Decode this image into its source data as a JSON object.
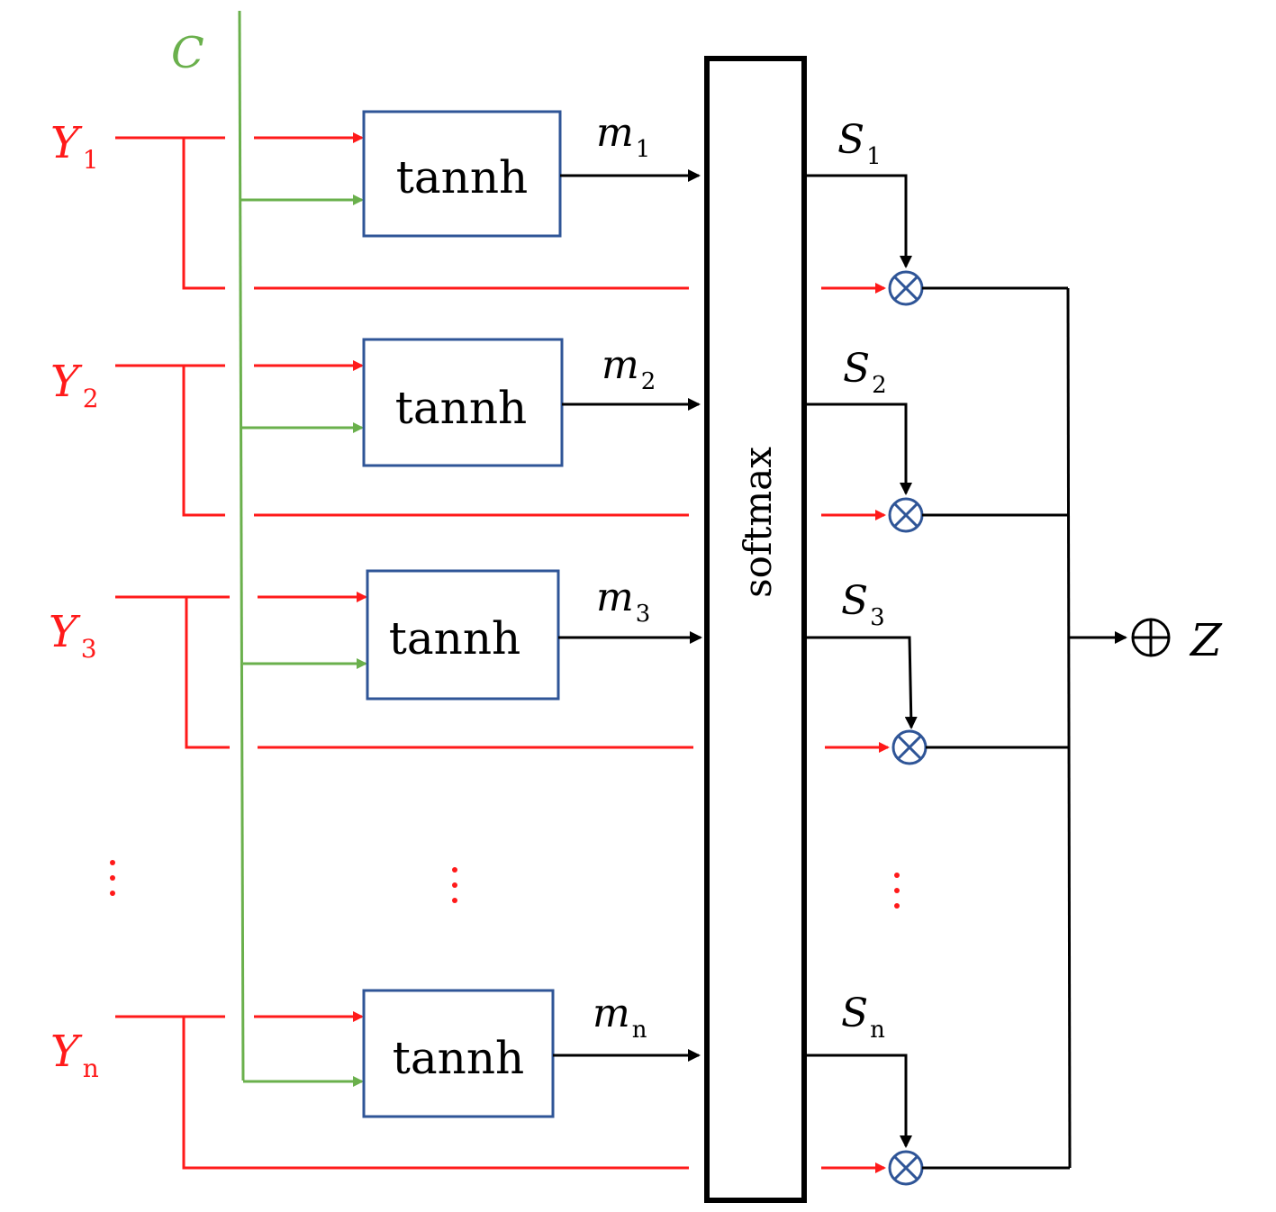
{
  "colors": {
    "red": "#ff1a1a",
    "green": "#6ab04c",
    "blue": "#2f5597",
    "black": "#000000"
  },
  "context": {
    "label": "C"
  },
  "rows": [
    {
      "y_label": "Y",
      "y_sub": "1",
      "box_label": "tannh",
      "m_label": "m",
      "m_sub": "1",
      "s_label": "S",
      "s_sub": "1"
    },
    {
      "y_label": "Y",
      "y_sub": "2",
      "box_label": "tannh",
      "m_label": "m",
      "m_sub": "2",
      "s_label": "S",
      "s_sub": "2"
    },
    {
      "y_label": "Y",
      "y_sub": "3",
      "box_label": "tannh",
      "m_label": "m",
      "m_sub": "3",
      "s_label": "S",
      "s_sub": "3"
    },
    {
      "y_label": "Y",
      "y_sub": "n",
      "box_label": "tannh",
      "m_label": "m",
      "m_sub": "n",
      "s_label": "S",
      "s_sub": "n"
    }
  ],
  "softmax": {
    "label": "softmax"
  },
  "output": {
    "label": "Z",
    "sum_symbol": "⊕",
    "mult_symbol": "⊗"
  },
  "ellipsis": "⋮"
}
